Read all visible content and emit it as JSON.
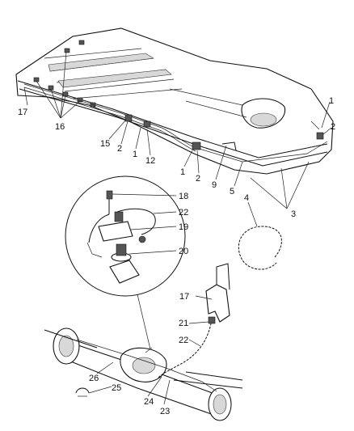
{
  "callouts": [
    {
      "id": "c1a",
      "text": "1"
    },
    {
      "id": "c1b",
      "text": "1"
    },
    {
      "id": "c1c",
      "text": "1"
    },
    {
      "id": "c2a",
      "text": "2"
    },
    {
      "id": "c2b",
      "text": "2"
    },
    {
      "id": "c2c",
      "text": "2"
    },
    {
      "id": "c3",
      "text": "3"
    },
    {
      "id": "c4",
      "text": "4"
    },
    {
      "id": "c5",
      "text": "5"
    },
    {
      "id": "c9",
      "text": "9"
    },
    {
      "id": "c12",
      "text": "12"
    },
    {
      "id": "c15",
      "text": "15"
    },
    {
      "id": "c16",
      "text": "16"
    },
    {
      "id": "c17a",
      "text": "17"
    },
    {
      "id": "c17b",
      "text": "17"
    },
    {
      "id": "c18",
      "text": "18"
    },
    {
      "id": "c19",
      "text": "19"
    },
    {
      "id": "c20",
      "text": "20"
    },
    {
      "id": "c21",
      "text": "21"
    },
    {
      "id": "c22a",
      "text": "22"
    },
    {
      "id": "c22b",
      "text": "22"
    },
    {
      "id": "c23",
      "text": "23"
    },
    {
      "id": "c24",
      "text": "24"
    },
    {
      "id": "c25",
      "text": "25"
    },
    {
      "id": "c26",
      "text": "26"
    }
  ]
}
